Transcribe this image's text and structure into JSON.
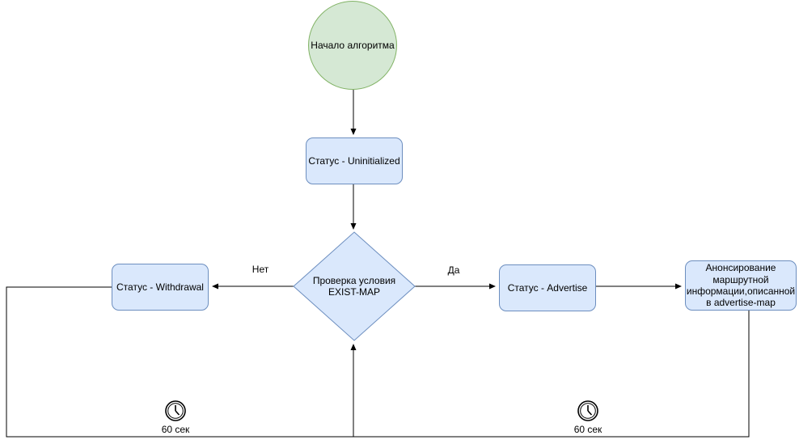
{
  "diagram": {
    "colors": {
      "background": "#ffffff",
      "start_fill": "#d5e8d4",
      "start_border": "#82b366",
      "node_fill": "#dae8fc",
      "node_border": "#6c8ebf",
      "edge": "#000000",
      "text": "#000000"
    },
    "nodes": {
      "start": {
        "label": "Начало алгоритма"
      },
      "status_uninitialized": {
        "label": "Статус - Uninitialized"
      },
      "decision_exist_map": {
        "lines": [
          "Проверка условия",
          "EXIST-MAP"
        ]
      },
      "status_withdrawal": {
        "label": "Статус - Withdrawal"
      },
      "status_advertise": {
        "label": "Статус - Advertise"
      },
      "advertise_map": {
        "lines": [
          "Анонсирование",
          "маршрутной",
          "информации,описанной",
          "в advertise-map"
        ]
      }
    },
    "edge_labels": {
      "no": "Нет",
      "yes": "Да"
    },
    "timers": {
      "left_label": "60 сек",
      "right_label": "60 сек"
    },
    "icons": {
      "timer_left": "clock",
      "timer_right": "clock"
    }
  }
}
